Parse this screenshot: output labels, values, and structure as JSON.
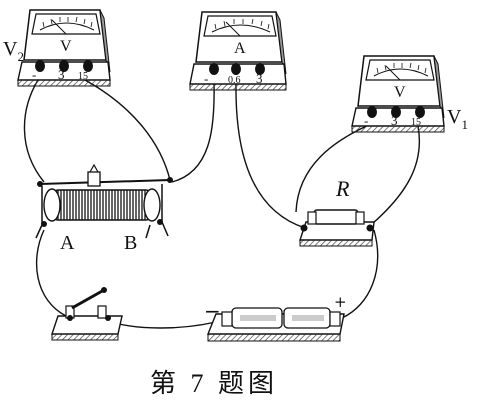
{
  "voltmeter_v2": {
    "name": "V",
    "subscript": "2",
    "dial_symbol": "V",
    "terminals": [
      "-",
      "3",
      "15"
    ]
  },
  "ammeter": {
    "dial_symbol": "A",
    "terminals": [
      "-",
      "0.6",
      "3"
    ]
  },
  "voltmeter_v1": {
    "name": "V",
    "subscript": "1",
    "dial_symbol": "V",
    "terminals": [
      "-",
      "3",
      "15"
    ]
  },
  "rheostat": {
    "end_a": "A",
    "end_b": "B"
  },
  "resistor": {
    "label": "R"
  },
  "battery": {
    "negative": "−",
    "positive": "+"
  },
  "caption": "第 7 题图",
  "colors": {
    "line": "#111111",
    "body_fill": "#ffffff",
    "shade": "#8a8a8a",
    "background": "#ffffff"
  }
}
